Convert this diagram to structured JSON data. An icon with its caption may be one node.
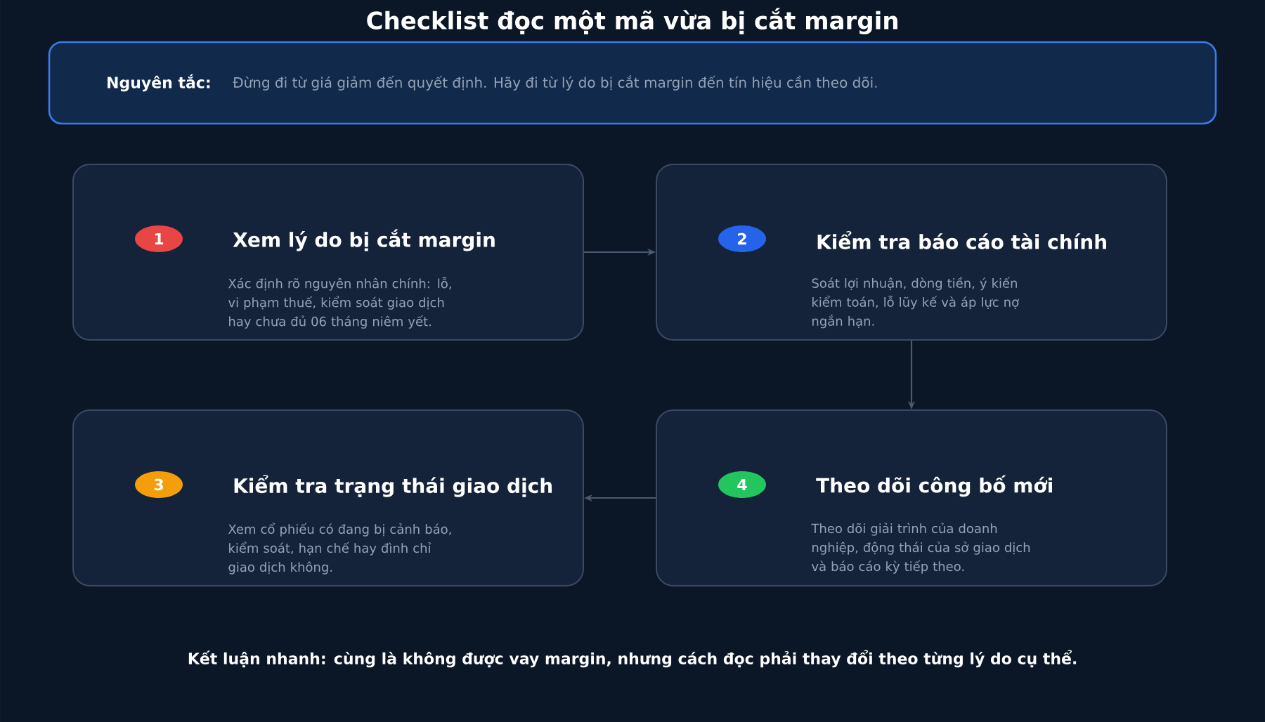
{
  "diagram": {
    "title": "Checklist đọc một mã vừa bị cắt margin",
    "nodes": [
      {
        "text": [
          "Nguyên tắc:",
          "Đừng đi từ giá giảm đến quyết định. Hãy đi từ lý do bị cắt margin đến tín hiệu cần theo dõi."
        ]
      },
      {
        "text": [
          "Xem lý do bị cắt margin",
          "Xác định rõ nguyên nhân chính: lỗ, vi phạm thuế, kiểm soát giao dịch hay chưa đủ 06 tháng niêm yết."
        ]
      },
      {
        "text": [
          "1"
        ],
        "in": 1
      },
      {
        "text": [
          "Kiểm tra báo cáo tài chính",
          "Soát lợi nhuận, dòng tiền, ý kiến kiểm toán, lỗ lũy kế và áp lực nợ ngắn hạn."
        ]
      },
      {
        "text": [
          "2"
        ],
        "in": 3
      },
      {
        "text": [
          "Kiểm tra trạng thái giao dịch",
          "Xem cổ phiếu có đang bị cảnh báo, kiểm soát, hạn chế hay đình chỉ giao dịch không."
        ]
      },
      {
        "text": [
          "3"
        ],
        "in": 5
      },
      {
        "text": [
          "Theo dõi công bố mới",
          "Theo dõi giải trình của doanh nghiệp, động thái của sở giao dịch và báo cáo kỳ tiếp theo."
        ]
      },
      {
        "text": [
          "4"
        ],
        "in": 7
      }
    ],
    "edges": [
      {
        "from": 1,
        "to": 3,
        "arrow": "to"
      },
      {
        "from": 3,
        "to": 7,
        "arrow": "to"
      },
      {
        "from": 7,
        "to": 5,
        "arrow": "to"
      }
    ],
    "caption": "Kết luận nhanh: cùng là không được vay margin, nhưng cách đọc phải thay đổi theo từng lý do cụ thể."
  }
}
